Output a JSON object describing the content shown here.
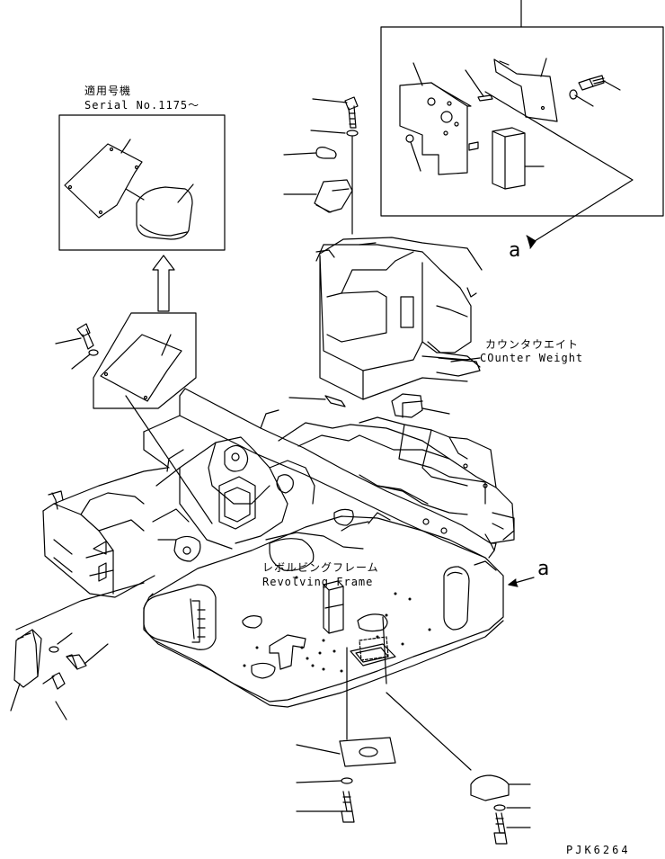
{
  "applicable_note": {
    "japanese": "適用号機",
    "english": "Serial No.1175～"
  },
  "callouts": {
    "counterweight": {
      "japanese": "カウンタウエイト",
      "english": "COunter Weight"
    },
    "revolving_frame": {
      "japanese": "レボルビングフレーム",
      "english": "Revolving Frame"
    }
  },
  "detail_refs": {
    "upper": "a",
    "right": "a"
  },
  "drawing_code": "PJK6264",
  "colors": {
    "line": "#000000",
    "background": "#ffffff"
  }
}
